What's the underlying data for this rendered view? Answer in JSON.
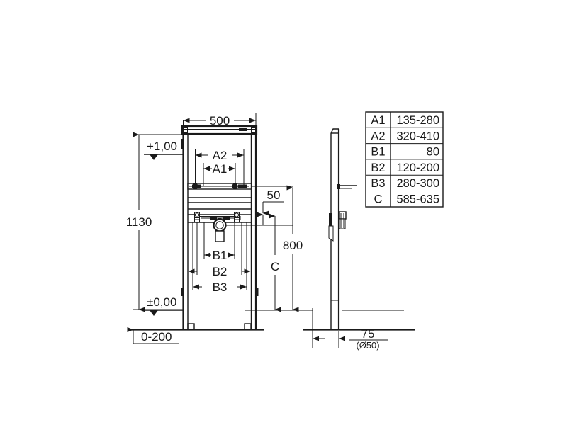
{
  "drawing": {
    "type": "technical-dimension-drawing",
    "subject": "wall-mounted basin installation frame (front view and side view)",
    "line_color": "#1a1a1a",
    "background_color": "#ffffff"
  },
  "spec_table": {
    "name": "dimension-reference-table",
    "rows": [
      {
        "code": "A1",
        "value": "135-280"
      },
      {
        "code": "A2",
        "value": "320-410"
      },
      {
        "code": "B1",
        "value": "80"
      },
      {
        "code": "B2",
        "value": "120-200"
      },
      {
        "code": "B3",
        "value": "280-300"
      },
      {
        "code": "C",
        "value": "585-635"
      }
    ]
  },
  "front_view": {
    "name": "front-elevation-view",
    "dimensions": {
      "overall_width": "500",
      "overall_height": "1130",
      "leg_adjust_range": "0-200",
      "width_a1": "A1",
      "width_a2": "A2",
      "width_b1": "B1",
      "width_b2": "B2",
      "width_b3": "B3"
    },
    "elevation_marks": {
      "upper": "+1,00",
      "lower": "±0,00"
    }
  },
  "right_dimensions": {
    "name": "vertical-dimension-group",
    "offset_50": "50",
    "height_800": "800",
    "height_c": "C"
  },
  "side_view": {
    "name": "side-profile-view",
    "depth": "75",
    "pipe_diameter": "(Ø50)"
  }
}
